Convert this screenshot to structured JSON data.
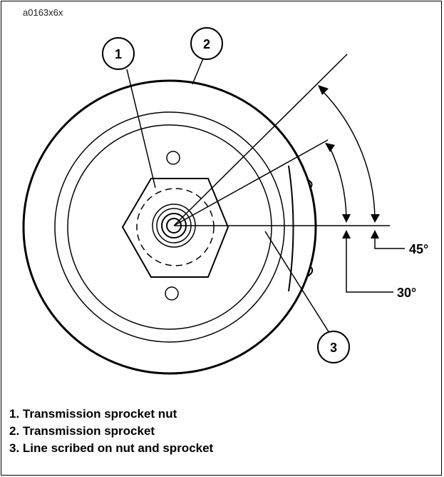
{
  "figure_id": "a0163x6x",
  "callouts": [
    {
      "label": "1"
    },
    {
      "label": "2"
    },
    {
      "label": "3"
    }
  ],
  "angles": {
    "outer": "45°",
    "inner": "30°"
  },
  "legend": [
    {
      "text": "1. Transmission sprocket nut"
    },
    {
      "text": "2. Transmission sprocket"
    },
    {
      "text": "3. Line scribed on nut and sprocket"
    }
  ]
}
